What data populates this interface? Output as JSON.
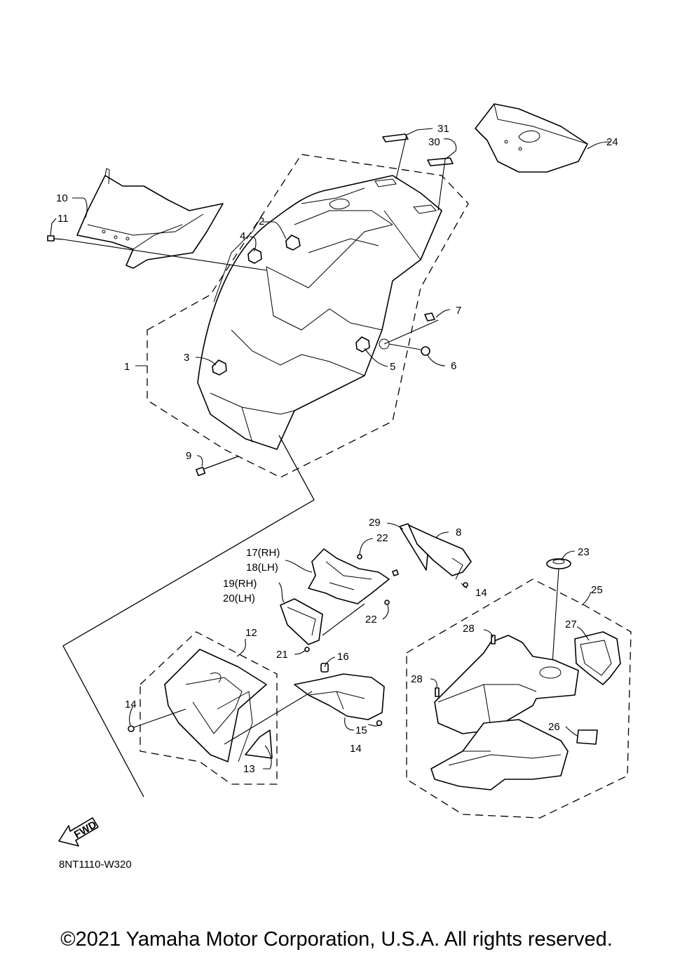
{
  "diagram_code": "8NT1110-W320",
  "copyright": "©2021 Yamaha Motor Corporation, U.S.A. All rights reserved.",
  "fwd_label": "FWD",
  "callouts": {
    "c1": "1",
    "c2": "2",
    "c3": "3",
    "c4": "4",
    "c5": "5",
    "c6": "6",
    "c7": "7",
    "c8": "8",
    "c9": "9",
    "c10": "10",
    "c11": "11",
    "c12": "12",
    "c13": "13",
    "c14a": "14",
    "c14b": "14",
    "c14c": "14",
    "c15": "15",
    "c16": "16",
    "c17": "17(RH)",
    "c18": "18(LH)",
    "c19": "19(RH)",
    "c20": "20(LH)",
    "c21": "21",
    "c22a": "22",
    "c22b": "22",
    "c23": "23",
    "c24": "24",
    "c25": "25",
    "c26": "26",
    "c27": "27",
    "c28a": "28",
    "c28b": "28",
    "c29": "29",
    "c30": "30",
    "c31": "31"
  }
}
